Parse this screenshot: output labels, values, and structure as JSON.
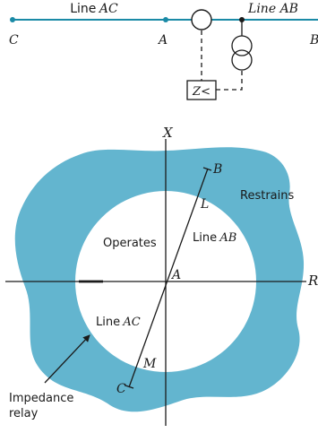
{
  "colors": {
    "line": "#1a8aa6",
    "region": "#63b5cf",
    "ink": "#1a1a1a",
    "background": "#ffffff"
  },
  "one_line": {
    "line_ac_label": "Line",
    "line_ac_var": "AC",
    "line_ab_label": "Line",
    "line_ab_var": "AB",
    "bus_c": "C",
    "bus_a": "A",
    "bus_b": "B",
    "relay_label": "Z<"
  },
  "rx_diagram": {
    "x_axis_label": "X",
    "r_axis_label": "R",
    "restrains_label": "Restrains",
    "operates_label": "Operates",
    "line_ab_label": "Line",
    "line_ab_var": "AB",
    "line_ac_label": "Line",
    "line_ac_var": "AC",
    "point_a": "A",
    "point_b": "B",
    "point_c": "C",
    "point_l": "L",
    "point_m": "M",
    "relay_label_line1": "Impedance",
    "relay_label_line2": "relay"
  }
}
